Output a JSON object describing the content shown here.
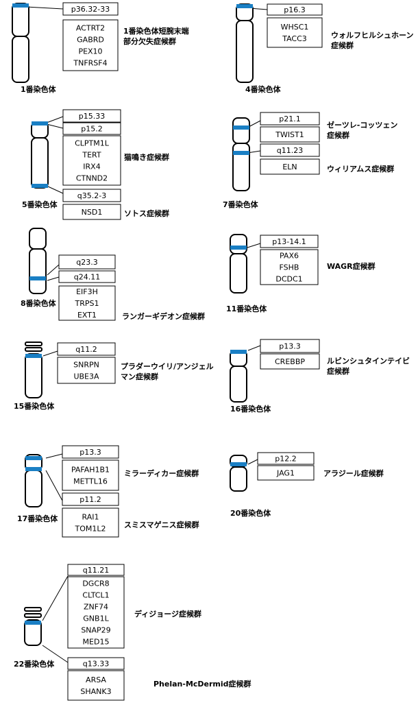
{
  "colors": {
    "highlight": "#1a7fc4",
    "outline": "#000000"
  },
  "panels": [
    {
      "chromosome": "1番染色体",
      "bands": [
        {
          "band": "p36.32-33",
          "genes": [
            "ACTRT2",
            "GABRD",
            "PEX10",
            "TNFRSF4"
          ],
          "syndrome": [
            "1番染色体短腕末端",
            "部分欠失症候群"
          ]
        }
      ]
    },
    {
      "chromosome": "4番染色体",
      "bands": [
        {
          "band": "p16.3",
          "genes": [
            "WHSC1",
            "TACC3"
          ],
          "syndrome": [
            "ウォルフヒルシュホーン",
            "症候群"
          ]
        }
      ]
    },
    {
      "chromosome": "5番染色体",
      "bands": [
        {
          "band": "p15.33",
          "genes": [],
          "syndrome": []
        },
        {
          "band": "p15.2",
          "genes": [
            "CLPTM1L",
            "TERT",
            "IRX4",
            "CTNND2"
          ],
          "syndrome": [
            "猫鳴き症候群"
          ]
        },
        {
          "band": "q35.2-3",
          "genes": [
            "NSD1"
          ],
          "syndrome": [
            "ソトス症候群"
          ]
        }
      ]
    },
    {
      "chromosome": "7番染色体",
      "bands": [
        {
          "band": "p21.1",
          "genes": [
            "TWIST1"
          ],
          "syndrome": [
            "ゼーツレ-コッツェン",
            "症候群"
          ]
        },
        {
          "band": "q11.23",
          "genes": [
            "ELN"
          ],
          "syndrome": [
            "ウィリアムス症候群"
          ]
        }
      ]
    },
    {
      "chromosome": "8番染色体",
      "bands": [
        {
          "band": "q23.3",
          "genes": [],
          "syndrome": []
        },
        {
          "band": "q24.11",
          "genes": [
            "EIF3H",
            "TRPS1",
            "EXT1"
          ],
          "syndrome": [
            "ランガーギデオン症候群"
          ]
        }
      ]
    },
    {
      "chromosome": "11番染色体",
      "bands": [
        {
          "band": "p13-14.1",
          "genes": [
            "PAX6",
            "FSHB",
            "DCDC1"
          ],
          "syndrome": [
            "WAGR症候群"
          ]
        }
      ]
    },
    {
      "chromosome": "15番染色体",
      "bands": [
        {
          "band": "q11.2",
          "genes": [
            "SNRPN",
            "UBE3A"
          ],
          "syndrome": [
            "プラダーウイリ/アンジェル",
            "マン症候群"
          ]
        }
      ]
    },
    {
      "chromosome": "16番染色体",
      "bands": [
        {
          "band": "p13.3",
          "genes": [
            "CREBBP"
          ],
          "syndrome": [
            "ルビンシュタインテイビ",
            "症候群"
          ]
        }
      ]
    },
    {
      "chromosome": "17番染色体",
      "bands": [
        {
          "band": "p13.3",
          "genes": [
            "PAFAH1B1",
            "METTL16"
          ],
          "syndrome": [
            "ミラーディカー症候群"
          ]
        },
        {
          "band": "p11.2",
          "genes": [
            "RAI1",
            "TOM1L2"
          ],
          "syndrome": [
            "スミスマゲニス症候群"
          ]
        }
      ]
    },
    {
      "chromosome": "20番染色体",
      "bands": [
        {
          "band": "p12.2",
          "genes": [
            "JAG1"
          ],
          "syndrome": [
            "アラジール症候群"
          ]
        }
      ]
    },
    {
      "chromosome": "22番染色体",
      "bands": [
        {
          "band": "q11.21",
          "genes": [
            "DGCR8",
            "CLTCL1",
            "ZNF74",
            "GNB1L",
            "SNAP29",
            "MED15"
          ],
          "syndrome": [
            "ディジョージ症候群"
          ]
        },
        {
          "band": "q13.33",
          "genes": [
            "ARSA",
            "SHANK3"
          ],
          "syndrome": [
            "Phelan-McDermid症候群"
          ]
        }
      ]
    }
  ]
}
